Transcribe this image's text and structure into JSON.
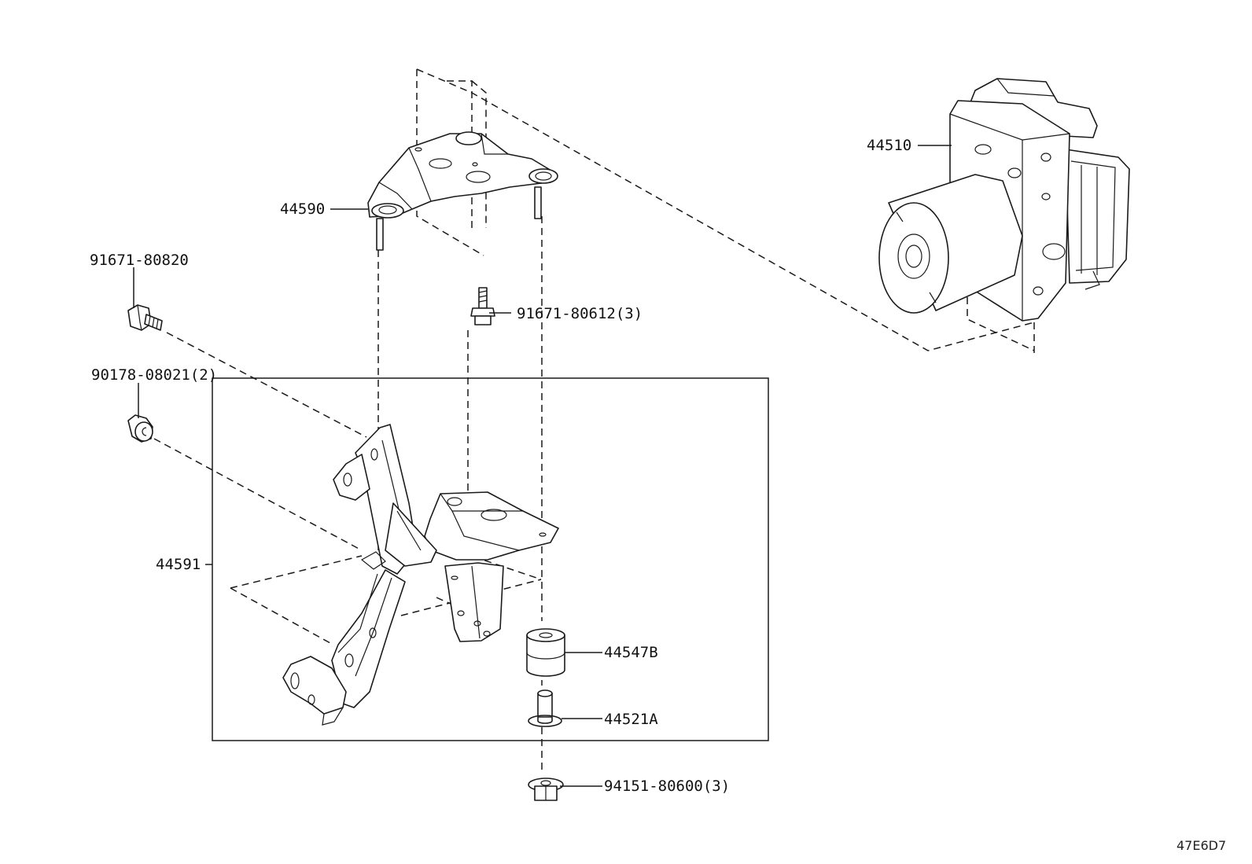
{
  "labels": {
    "abs_actuator": "44510",
    "upper_bracket": "44590",
    "lower_bracket": "44591",
    "bolt_single": "91671-80820",
    "nut_pair": "90178-08021(2)",
    "bolt_triple": "91671-80612(3)",
    "cushion": "44547B",
    "collar": "44521A",
    "nut_triple": "94151-80600(3)"
  },
  "diagram_code": "47E6D7"
}
